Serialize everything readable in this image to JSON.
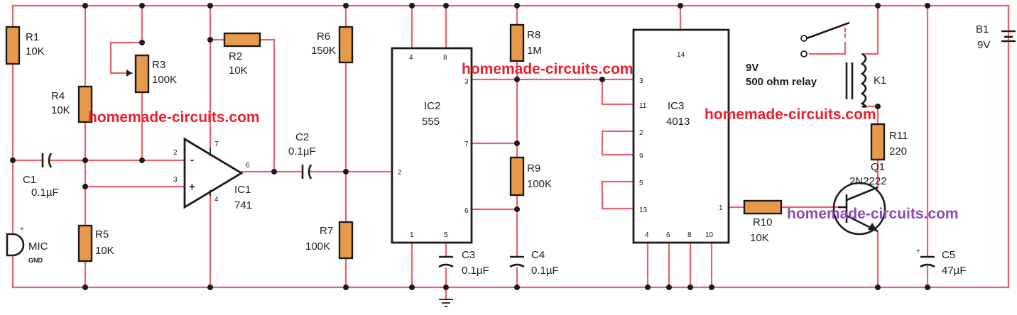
{
  "watermarks": {
    "w1": "homemade-circuits.com",
    "w2": "homemade-circuits.com",
    "w3": "homemade-circuits.com",
    "w4": "homemade-circuits.com"
  },
  "components": {
    "R1": {
      "name": "R1",
      "value": "10K"
    },
    "R2": {
      "name": "R2",
      "value": "10K"
    },
    "R3": {
      "name": "R3",
      "value": "100K"
    },
    "R4": {
      "name": "R4",
      "value": "10K"
    },
    "R5": {
      "name": "R5",
      "value": "10K"
    },
    "R6": {
      "name": "R6",
      "value": "150K"
    },
    "R7": {
      "name": "R7",
      "value": "100K"
    },
    "R8": {
      "name": "R8",
      "value": "1M"
    },
    "R9": {
      "name": "R9",
      "value": "100K"
    },
    "R10": {
      "name": "R10",
      "value": "10K"
    },
    "R11": {
      "name": "R11",
      "value": "220"
    },
    "C1": {
      "name": "C1",
      "value": "0.1µF"
    },
    "C2": {
      "name": "C2",
      "value": "0.1µF"
    },
    "C3": {
      "name": "C3",
      "value": "0.1µF"
    },
    "C4": {
      "name": "C4",
      "value": "0.1µF"
    },
    "C5": {
      "name": "C5",
      "value": "47µF"
    },
    "IC1": {
      "name": "IC1",
      "value": "741"
    },
    "IC2": {
      "name": "IC2",
      "value": "555"
    },
    "IC3": {
      "name": "IC3",
      "value": "4013"
    },
    "Q1": {
      "name": "Q1",
      "value": "2N2222"
    },
    "K1": {
      "name": "K1",
      "line1": "9V",
      "line2": "500 ohm relay"
    },
    "B1": {
      "name": "B1",
      "value": "9V"
    },
    "MIC": {
      "name": "MIC",
      "gnd": "GND"
    }
  },
  "pins": {
    "ic1_2": "2",
    "ic1_3": "3",
    "ic1_7": "7",
    "ic1_4": "4",
    "ic1_6": "6",
    "ic1_minus": "-",
    "ic1_plus": "+",
    "ic2_4": "4",
    "ic2_8": "8",
    "ic2_3": "3",
    "ic2_7": "7",
    "ic2_2": "2",
    "ic2_6": "6",
    "ic2_1": "1",
    "ic2_5": "5",
    "ic3_14": "14",
    "ic3_3": "3",
    "ic3_11": "11",
    "ic3_2": "2",
    "ic3_9": "9",
    "ic3_5": "5",
    "ic3_13": "13",
    "ic3_1": "1",
    "ic3_4": "4",
    "ic3_6": "6",
    "ic3_8": "8",
    "ic3_10": "10",
    "mic_plus": "+",
    "c5_plus": "+"
  }
}
